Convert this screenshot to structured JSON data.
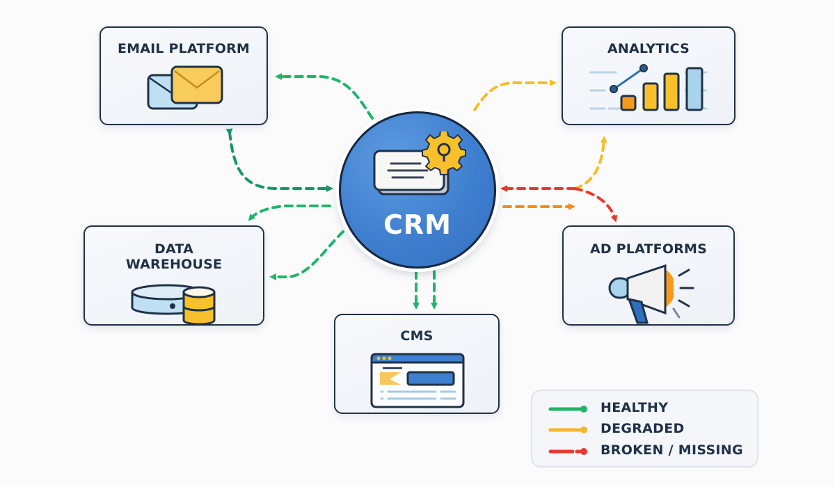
{
  "diagram": {
    "center": {
      "label": "CRM",
      "icon": "crm-card-gear-icon"
    },
    "nodes": {
      "email": {
        "title": "EMAIL PLATFORM",
        "icon": "envelope-icon"
      },
      "analytics": {
        "title": "ANALYTICS",
        "icon": "bar-chart-icon"
      },
      "data_warehouse": {
        "title_line1": "DATA",
        "title_line2": "WAREHOUSE",
        "icon": "database-icon"
      },
      "ad_platforms": {
        "title": "AD PLATFORMS",
        "icon": "megaphone-icon"
      },
      "cms": {
        "title": "CMS",
        "icon": "browser-window-icon"
      }
    },
    "connections": [
      {
        "from": "CRM",
        "to": "EMAIL PLATFORM",
        "status": "healthy"
      },
      {
        "from": "EMAIL PLATFORM",
        "to": "CRM",
        "status": "healthy"
      },
      {
        "from": "CRM",
        "to": "DATA WAREHOUSE",
        "status": "healthy"
      },
      {
        "from": "CRM",
        "to": "DATA WAREHOUSE",
        "status": "healthy"
      },
      {
        "from": "CRM",
        "to": "CMS",
        "status": "healthy"
      },
      {
        "from": "CRM",
        "to": "CMS",
        "status": "healthy"
      },
      {
        "from": "CRM",
        "to": "ANALYTICS",
        "status": "degraded"
      },
      {
        "from": "AD PLATFORMS",
        "to": "ANALYTICS",
        "status": "degraded"
      },
      {
        "from": "AD PLATFORMS",
        "to": "CRM",
        "status": "broken"
      },
      {
        "from": "CRM",
        "to": "AD PLATFORMS",
        "status": "degraded"
      }
    ]
  },
  "legend": {
    "items": [
      {
        "label": "HEALTHY",
        "status": "healthy",
        "color": "#1fb56a"
      },
      {
        "label": "DEGRADED",
        "status": "degraded",
        "color": "#f5b62a"
      },
      {
        "label": "BROKEN / MISSING",
        "status": "broken",
        "color": "#e63a2e"
      }
    ]
  },
  "colors": {
    "healthy": "#1fb56a",
    "healthy_dark": "#16966a",
    "degraded": "#f5bd26",
    "degraded_orange": "#f28c1e",
    "broken": "#e63a2e",
    "crm_blue": "#3f7fcf",
    "ink": "#1f3147"
  }
}
